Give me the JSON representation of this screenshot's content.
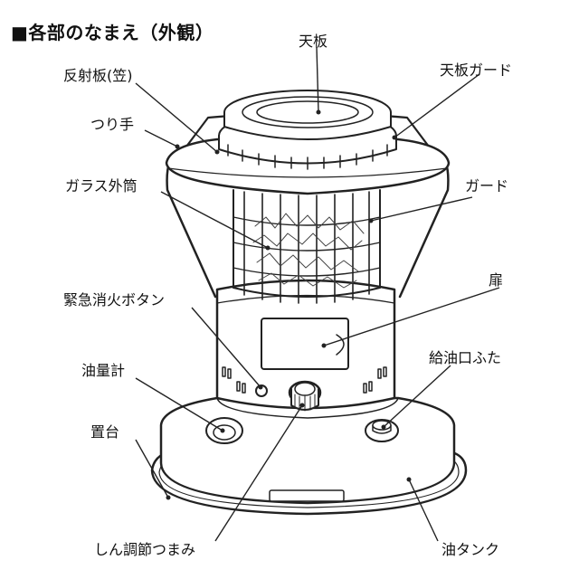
{
  "title": "■各部のなまえ（外観）",
  "labels": {
    "tenban": "天板",
    "hanshaban": "反射板(笠)",
    "tenban_guard": "天板ガード",
    "tsurite": "つり手",
    "glass": "ガラス外筒",
    "guard": "ガード",
    "kinkyu": "緊急消火ボタン",
    "tobira": "扉",
    "yuryokei": "油量計",
    "kyuyuguchi": "給油口ふた",
    "okidai": "置台",
    "shinchosetsu": "しん調節つまみ",
    "tank": "油タンク"
  }
}
